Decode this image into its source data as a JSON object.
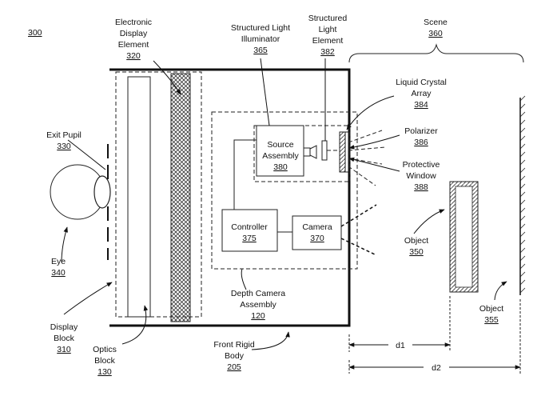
{
  "figure_number": "300",
  "labels": {
    "electronic_display": {
      "line1": "Electronic",
      "line2": "Display",
      "line3": "Element",
      "num": "320"
    },
    "sli": {
      "line1": "Structured Light",
      "line2": "Illuminator",
      "num": "365"
    },
    "sle": {
      "line1": "Structured",
      "line2": "Light",
      "line3": "Element",
      "num": "382"
    },
    "scene": {
      "line1": "Scene",
      "num": "360"
    },
    "lca": {
      "line1": "Liquid Crystal",
      "line2": "Array",
      "num": "384"
    },
    "polarizer": {
      "line1": "Polarizer",
      "num": "386"
    },
    "window": {
      "line1": "Protective",
      "line2": "Window",
      "num": "388"
    },
    "exit_pupil": {
      "line1": "Exit Pupil",
      "num": "330"
    },
    "source": {
      "line1": "Source",
      "line2": "Assembly",
      "num": "380"
    },
    "eye": {
      "line1": "Eye",
      "num": "340"
    },
    "controller": {
      "line1": "Controller",
      "num": "375"
    },
    "camera": {
      "line1": "Camera",
      "num": "370"
    },
    "object1": {
      "line1": "Object",
      "num": "350"
    },
    "dca": {
      "line1": "Depth Camera",
      "line2": "Assembly",
      "num": "120"
    },
    "object2": {
      "line1": "Object",
      "num": "355"
    },
    "display_block": {
      "line1": "Display",
      "line2": "Block",
      "num": "310"
    },
    "optics": {
      "line1": "Optics",
      "line2": "Block",
      "num": "130"
    },
    "frb": {
      "line1": "Front Rigid",
      "line2": "Body",
      "num": "205"
    },
    "d1": "d1",
    "d2": "d2"
  }
}
